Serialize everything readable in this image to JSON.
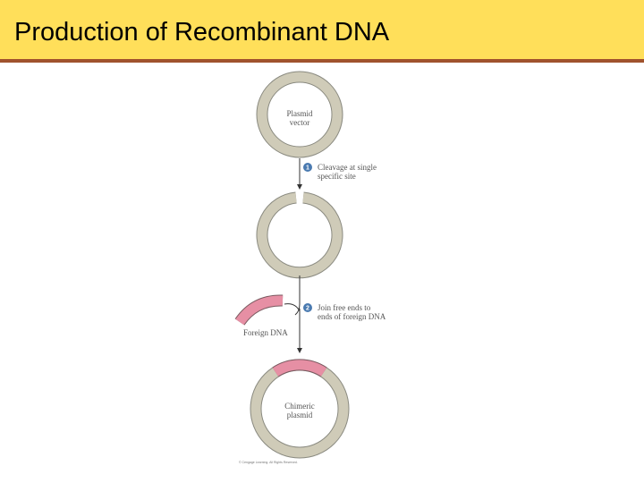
{
  "title": "Production of Recombinant DNA",
  "colors": {
    "title_bar": "#ffdf5a",
    "title_rule": "#a0522d",
    "plasmid_ring": "#cfcbb8",
    "ring_outline": "#8a8a80",
    "foreign_dna": "#e68fa4",
    "step_badge": "#4a7ab0"
  },
  "diagram": {
    "plasmid_label_1": "Plasmid",
    "plasmid_label_2": "vector",
    "step1_number": "1",
    "step1_line1": "Cleavage at single",
    "step1_line2": "specific site",
    "step2_number": "2",
    "step2_line1": "Join free ends to",
    "step2_line2": "ends of foreign DNA",
    "foreign_dna_label": "Foreign DNA",
    "chimeric_label_1": "Chimeric",
    "chimeric_label_2": "plasmid",
    "copyright": "© Cengage Learning. All Rights Reserved."
  }
}
